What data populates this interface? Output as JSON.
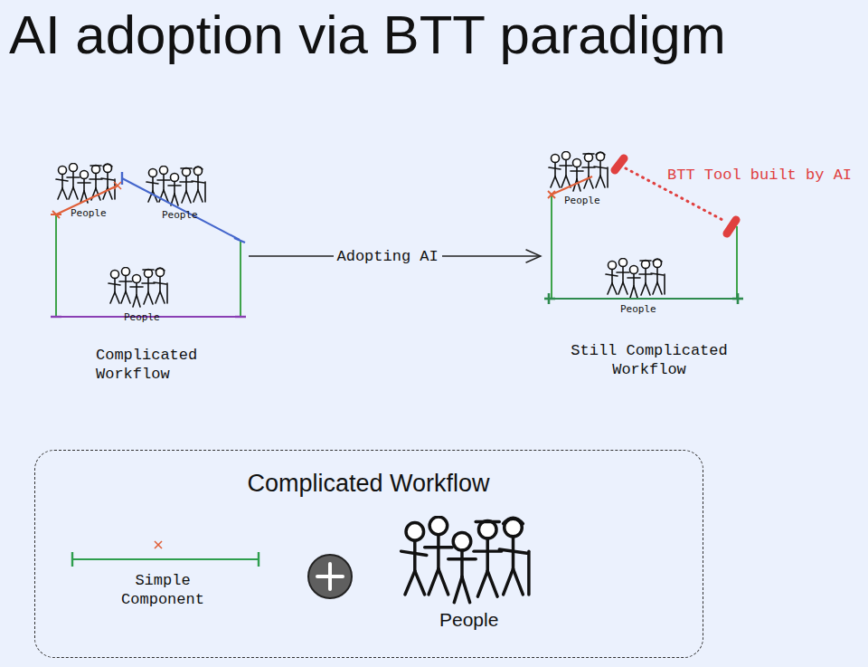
{
  "diagram": {
    "title": "AI adoption via BTT paradigm",
    "nodes": [
      {
        "text": [
          "Complicated Workflow"
        ]
      },
      {
        "text": [
          "Still Complicated Workflow"
        ]
      },
      {
        "text": [
          "Complicated Workflow"
        ]
      }
    ],
    "edges": [
      {
        "from": 0,
        "to": 1,
        "label": "Adopting AI",
        "arrow": "to"
      }
    ],
    "labels": [
      "People",
      "People",
      "People",
      "BTT Tool built by AI",
      "People",
      "People",
      "Simple Component",
      "People"
    ]
  }
}
